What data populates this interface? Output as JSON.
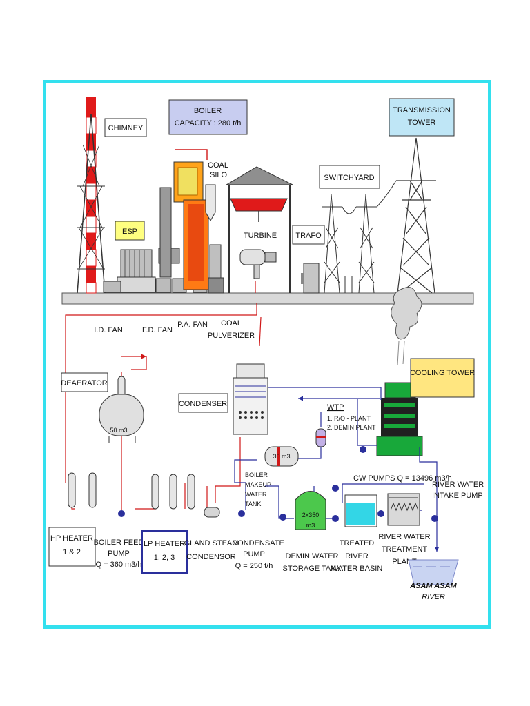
{
  "colors": {
    "frame": "#33e0ee",
    "steam_line": "#d01818",
    "water_line": "#2a2f9c",
    "boiler_box": "#c8cdf0",
    "transmission_box": "#bfe6f6",
    "esp_box": "#ffff80",
    "cooling_tower_box": "#ffe680",
    "chimney_red": "#e01a1a",
    "boiler_orange": "#ff8a1a",
    "cooling_tower_green": "#18a83a"
  },
  "labels": {
    "chimney": "CHIMNEY",
    "boiler_line1": "BOILER",
    "boiler_line2": "CAPACITY : 280 t/h",
    "transmission_line1": "TRANSMISSION",
    "transmission_line2": "TOWER",
    "coal_silo_line1": "COAL",
    "coal_silo_line2": "SILO",
    "switchyard": "SWITCHYARD",
    "esp": "ESP",
    "turbine": "TURBINE",
    "trafo": "TRAFO",
    "id_fan": "I.D. FAN",
    "fd_fan": "F.D. FAN",
    "pa_fan": "P.A. FAN",
    "coal_pulverizer_line1": "COAL",
    "coal_pulverizer_line2": "PULVERIZER",
    "deaerator": "DEAERATOR",
    "deaerator_volume": "50 m3",
    "condenser": "CONDENSER",
    "cooling_tower": "COOLING TOWER",
    "wtp_title": "WTP",
    "wtp_item1": "1. R/O - PLANT",
    "wtp_item2": "2. DEMIN PLANT",
    "makeup_tank_volume": "30 m3",
    "cw_pumps": "CW PUMPS Q = 13496 m3/h",
    "river_intake_line1": "RIVER WATER",
    "river_intake_line2": "INTAKE PUMP",
    "boiler_makeup_line1": "BOILER",
    "boiler_makeup_line2": "MAKEUP",
    "boiler_makeup_line3": "WATER",
    "boiler_makeup_line4": "TANK",
    "demin_tank_line1": "2x350",
    "demin_tank_line2": "m3",
    "hp_heater_line1": "HP HEATER",
    "hp_heater_line2": "1 & 2",
    "boiler_feed_line1": "BOILER FEED",
    "boiler_feed_line2": "PUMP",
    "boiler_feed_line3": "Q = 360 m3/h",
    "lp_heater_line1": "LP HEATER",
    "lp_heater_line2": "1, 2, 3",
    "gland_steam_line1": "GLAND STEAM",
    "gland_steam_line2": "CONDENSOR",
    "condensate_line1": "CONDENSATE",
    "condensate_line2": "PUMP",
    "condensate_line3": "Q = 250 t/h",
    "demin_storage_line1": "DEMIN WATER",
    "demin_storage_line2": "STORAGE TANK",
    "treated_line1": "TREATED",
    "treated_line2": "RIVER",
    "treated_line3": "WATER BASIN",
    "rwtp_line1": "RIVER WATER",
    "rwtp_line2": "TREATMENT",
    "rwtp_line3": "PLANT",
    "river_line1": "ASAM ASAM",
    "river_line2": "RIVER"
  }
}
